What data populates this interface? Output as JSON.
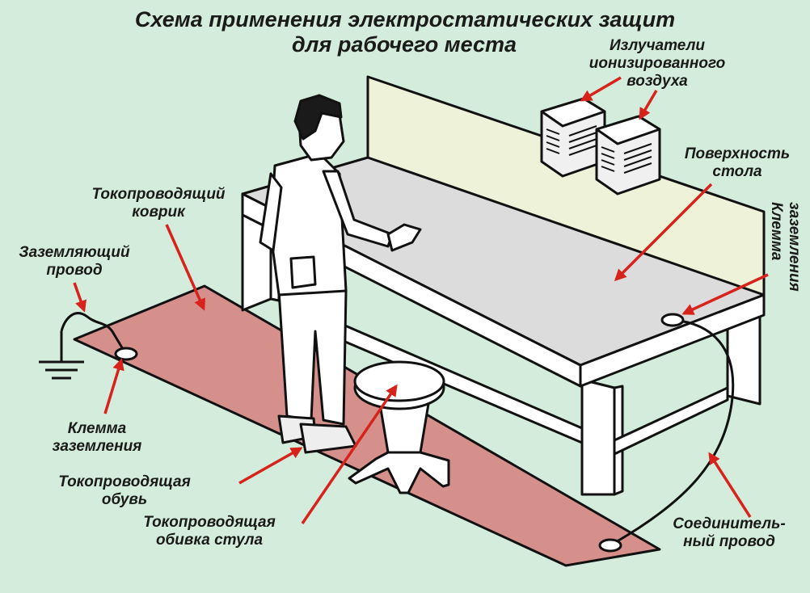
{
  "title": {
    "line1": "Схема применения электростатических защит",
    "line2": "для рабочего места"
  },
  "labels": {
    "emitters": [
      "Излучатели",
      "ионизированного",
      "воздуха"
    ],
    "table_surface": [
      "Поверхность",
      "стола"
    ],
    "ground_clamp_vertical": [
      "Клемма",
      "заземления"
    ],
    "mat": [
      "Токопроводящий",
      "коврик"
    ],
    "ground_wire": [
      "Заземляющий",
      "провод"
    ],
    "ground_clamp": [
      "Клемма",
      "заземления"
    ],
    "shoes": [
      "Токопроводящая",
      "обувь"
    ],
    "chair": [
      "Токопроводящая",
      "обивка стула"
    ],
    "connect_wire": [
      "Соединитель-",
      "ный провод"
    ]
  },
  "colors": {
    "background": "#d3ecdb",
    "mat": "#d5908c",
    "table_top": "#dcdcdc",
    "panel": "#edf2d8",
    "arrow": "#d8231c",
    "ink": "#111111"
  }
}
